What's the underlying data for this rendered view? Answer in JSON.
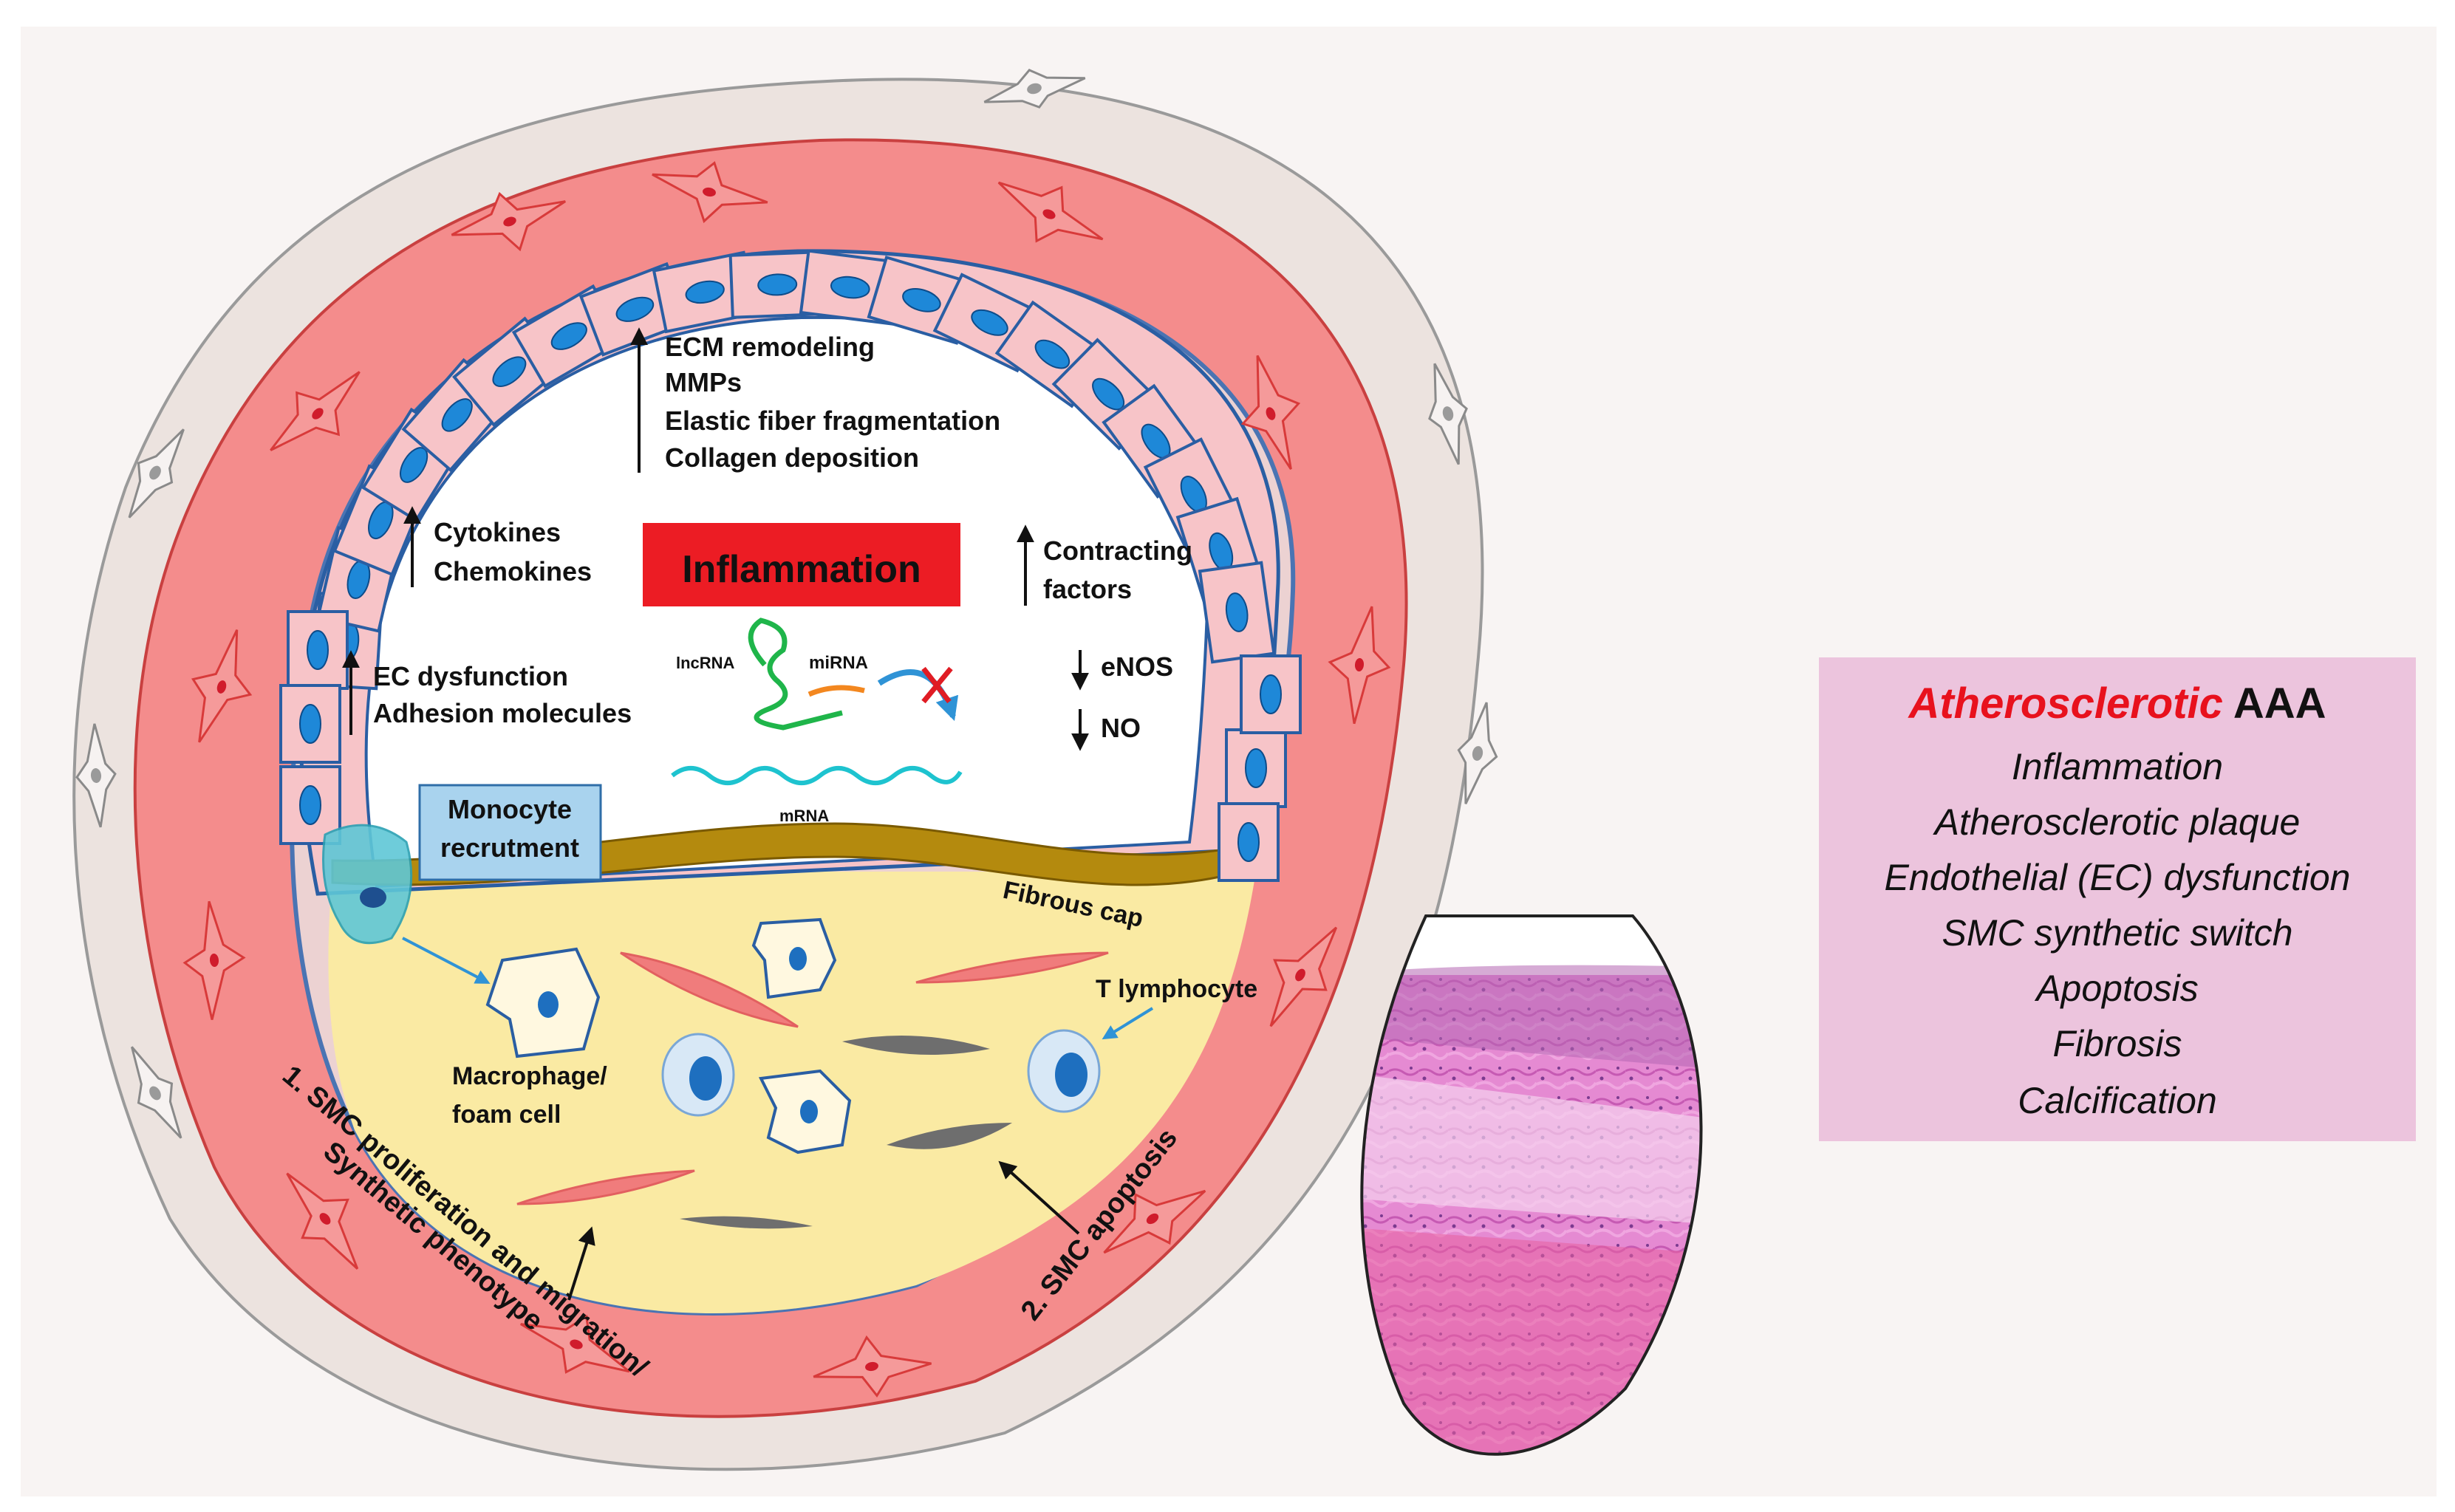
{
  "diagram": {
    "up_arrow_groups": [
      {
        "id": "ecm",
        "lines": [
          "ECM remodeling",
          "MMPs",
          "Elastic fiber fragmentation",
          "Collagen deposition"
        ]
      },
      {
        "id": "cytokines",
        "lines": [
          "Cytokines",
          "Chemokines"
        ]
      },
      {
        "id": "ec",
        "lines": [
          "EC dysfunction",
          "Adhesion molecules"
        ]
      },
      {
        "id": "contracting",
        "lines": [
          "Contracting",
          "factors"
        ]
      }
    ],
    "down_arrow_items": [
      "eNOS",
      "NO"
    ],
    "inflammation_label": "Inflammation",
    "rna": {
      "lncrna": "lncRNA",
      "mirna": "miRNA",
      "mrna": "mRNA"
    },
    "monocyte_box": [
      "Monocyte",
      "recrutment"
    ],
    "fibrous_cap_label": "Fibrous cap",
    "t_lymphocyte_label": "T lymphocyte",
    "macrophage_label": [
      "Macrophage/",
      "foam cell"
    ],
    "smc_proliferation_label": [
      "1. SMC proliferation and migration/",
      "Synthetic phenotype"
    ],
    "smc_apoptosis_label": "2. SMC apoptosis"
  },
  "summary_box": {
    "title_highlight": "Atherosclerotic",
    "title_rest": " AAA",
    "items": [
      "Inflammation",
      "Atherosclerotic plaque",
      "Endothelial (EC) dysfunction",
      "SMC synthetic switch",
      "Apoptosis",
      "Fibrosis",
      "Calcification"
    ]
  },
  "colors": {
    "adventitia": "#ece3df",
    "media": "#f48c8c",
    "endothelium": "#f7c4c8",
    "ec_nucleus": "#1e88d8",
    "lumen": "#ffffff",
    "plaque": "#faeaa3",
    "fibrous_cap": "#b48a0e",
    "inflammation_box": "#ec1c24",
    "monocyte_box": "#a9d3ee",
    "summary_box": "#ecc4dd",
    "summary_highlight": "#e8111d",
    "histology": "#e58ad2"
  }
}
